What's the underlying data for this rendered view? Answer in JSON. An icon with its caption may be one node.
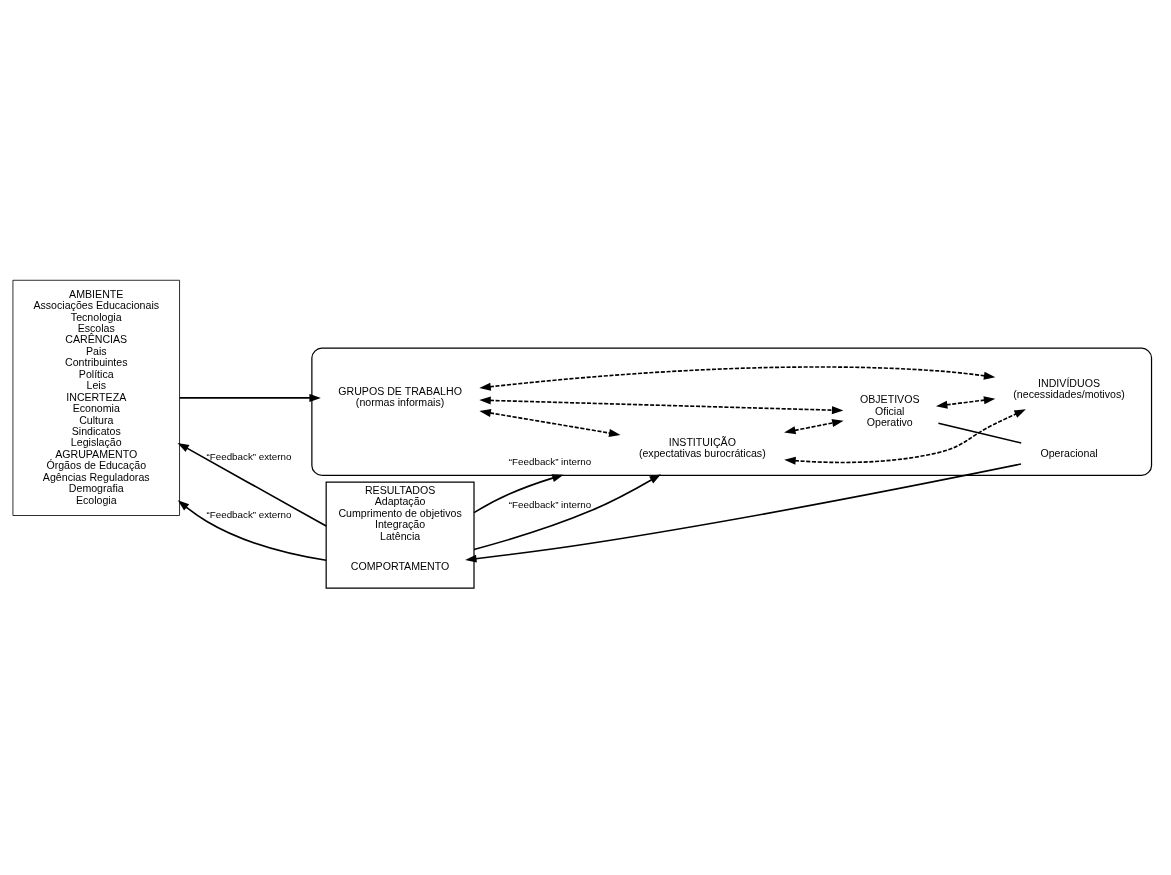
{
  "diagram": {
    "nodes": [
      {
        "text": [
          "AMBIENTE",
          "Associações Educacionais",
          "Tecnologia",
          "Escolas",
          "CARÊNCIAS",
          "Pais",
          "Contribuintes",
          "Política",
          "Leis",
          "INCERTEZA",
          "Economia",
          "Cultura",
          "Sindicatos",
          "Legislação",
          "AGRUPAMENTO",
          "Órgãos de Educação",
          "Agências Reguladoras",
          "Demografia",
          "Ecologia"
        ]
      },
      {
        "text": [],
        "shape": "octagon"
      },
      {
        "text": [
          "INSTITUIÇÃO",
          "(expectativas burocráticas)"
        ],
        "in": 1
      },
      {
        "text": [
          "GRUPOS DE TRABALHO",
          "(normas informais)"
        ],
        "in": 1
      },
      {
        "text": [
          "OBJETIVOS",
          "Oficial",
          "Operativo"
        ],
        "in": 1
      },
      {
        "text": [
          "Operacional"
        ],
        "in": 1
      },
      {
        "text": [
          "INDIVÍDUOS",
          "(necessidades/motivos)"
        ],
        "in": 1
      },
      {
        "text": [
          "RESULTADOS",
          "Adaptação",
          "Cumprimento de objetivos",
          "Integração",
          "Latência"
        ]
      },
      {
        "text": [
          "COMPORTAMENTO"
        ],
        "in": 7
      }
    ],
    "edges": [
      {
        "from": 0,
        "to": 3,
        "arrow": "to"
      },
      {
        "from": 3,
        "to": 2,
        "arrow": "both",
        "style": "dashed"
      },
      {
        "from": 2,
        "to": 4,
        "arrow": "both",
        "style": "dashed"
      },
      {
        "from": 3,
        "to": 4,
        "arrow": "both",
        "style": "dashed"
      },
      {
        "from": 2,
        "to": 6,
        "arrow": "both",
        "style": "dashed"
      },
      {
        "from": 3,
        "to": 6,
        "arrow": "both",
        "style": "dashed"
      },
      {
        "from": 4,
        "to": 6,
        "arrow": "both",
        "style": "dashed"
      },
      {
        "from": 4,
        "to": 5,
        "arrow": "none"
      },
      {
        "from": 5,
        "to": 8,
        "arrow": "to"
      },
      {
        "from": 7,
        "to": 0,
        "arrow": "to",
        "label": "“Feedback” externo"
      },
      {
        "from": 7,
        "to": 1,
        "arrow": "to",
        "label": "“Feedback” interno"
      },
      {
        "from": 7,
        "to": 1,
        "arrow": "to",
        "label": "“Feedback” interno"
      },
      {
        "from": 7,
        "to": 0,
        "arrow": "to",
        "label": "“Feedback” externo"
      }
    ]
  }
}
